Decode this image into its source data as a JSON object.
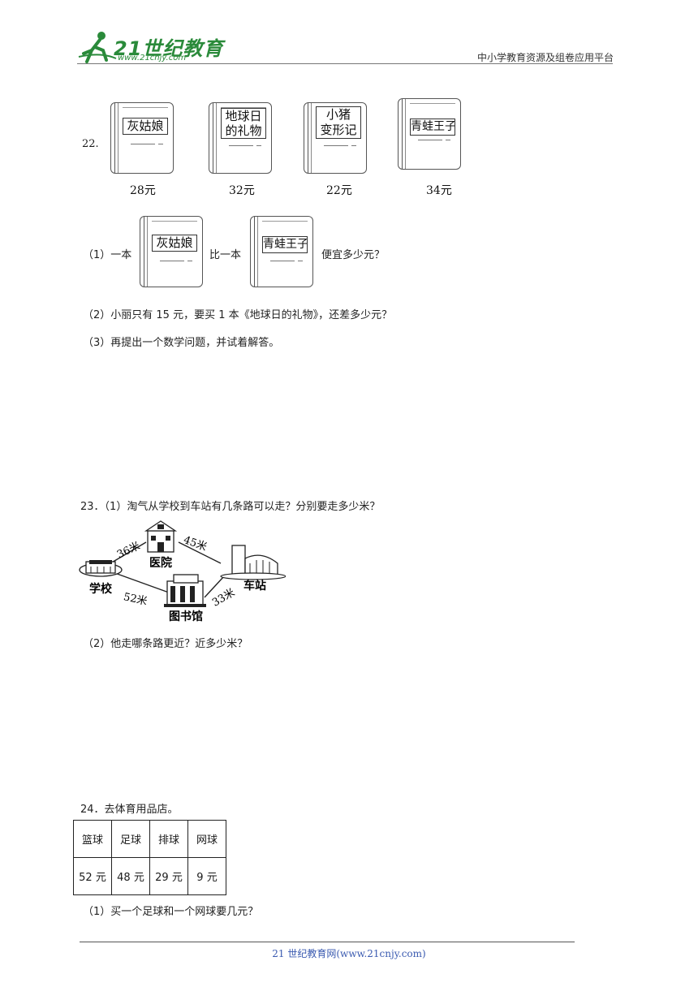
{
  "header": {
    "logo_text": "21世纪教育",
    "logo_url": "www.21cnjy.com",
    "right_text": "中小学教育资源及组卷应用平台"
  },
  "q22": {
    "number": "22.",
    "books": [
      {
        "title": "灰姑娘",
        "price": "28元"
      },
      {
        "title_line1": "地球日",
        "title_line2": "的礼物",
        "price": "32元"
      },
      {
        "title_line1": "小猪",
        "title_line2": "变形记",
        "price": "22元"
      },
      {
        "title": "青蛙王子",
        "price": "34元"
      }
    ],
    "sub1": {
      "prefix": "（1）一本",
      "book_a": "灰姑娘",
      "middle": "比一本",
      "book_b": "青蛙王子",
      "suffix": "便宜多少元？"
    },
    "sub2": "（2）小丽只有 15 元，要买 1 本《地球日的礼物》，还差多少元？",
    "sub3": "（3）再提出一个数学问题，并试着解答。"
  },
  "q23": {
    "intro": "23．（1）淘气从学校到车站有几条路可以走？分别要走多少米？",
    "map": {
      "places": {
        "school": "学校",
        "hospital": "医院",
        "library": "图书馆",
        "station": "车站"
      },
      "distances": {
        "school_hospital": "36米",
        "hospital_station": "45米",
        "school_library": "52米",
        "library_station": "33米"
      }
    },
    "sub2": "（2）他走哪条路更近？近多少米？"
  },
  "q24": {
    "intro": "24．去体育用品店。",
    "table": {
      "items": [
        "篮球",
        "足球",
        "排球",
        "网球"
      ],
      "prices": [
        "52 元",
        "48 元",
        "29 元",
        "9 元"
      ]
    },
    "sub1": "（1）买一个足球和一个网球要几元？"
  },
  "footer": {
    "text": "21 世纪教育网(www.21cnjy.com)"
  }
}
